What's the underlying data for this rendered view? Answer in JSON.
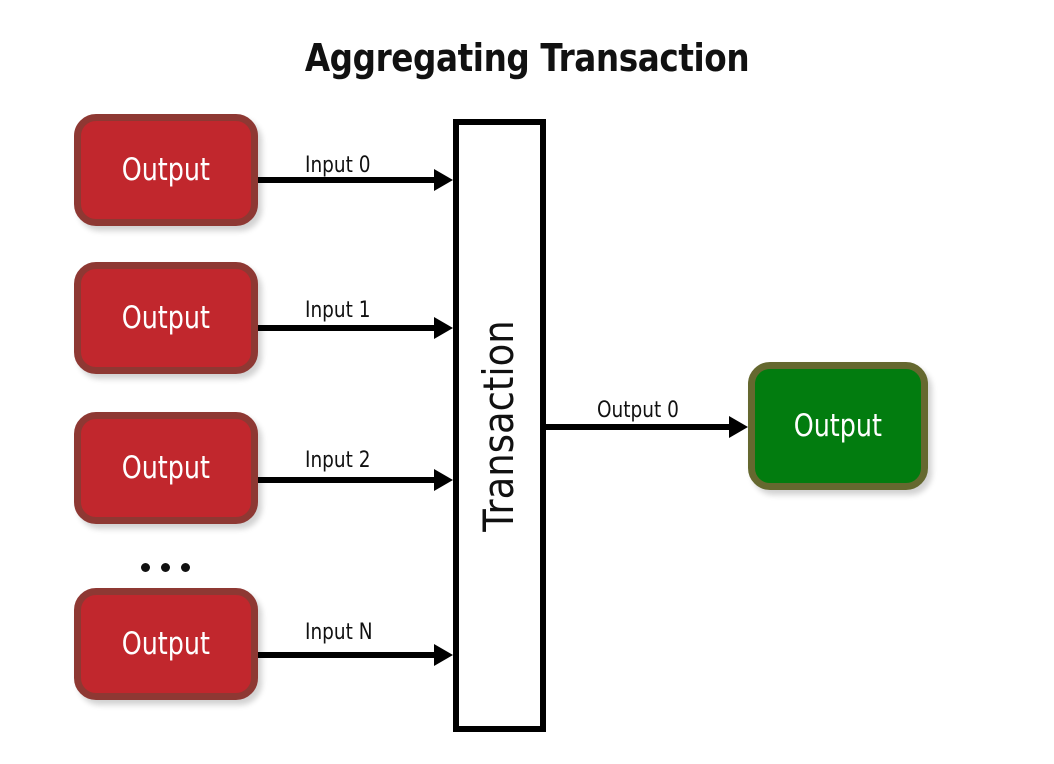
{
  "diagram": {
    "title": "Aggregating Transaction",
    "background_color": "#FFFFFF"
  },
  "colors": {
    "input_fill": "#C1272D",
    "input_border": "#8E3833",
    "output_fill": "#027C0F",
    "output_border": "#65682F",
    "stroke": "#000000",
    "text_on_node": "#FFFFFF",
    "text": "#111111"
  },
  "transaction": {
    "label": "Transaction",
    "orientation": "vertical-bottom-to-top"
  },
  "inputs": [
    {
      "node_label": "Output",
      "edge_label": "Input 0"
    },
    {
      "node_label": "Output",
      "edge_label": "Input 1"
    },
    {
      "node_label": "Output",
      "edge_label": "Input 2"
    },
    {
      "node_label": "Output",
      "edge_label": "Input N"
    }
  ],
  "continuation": {
    "marker": "ellipsis",
    "dots": 3
  },
  "outputs": [
    {
      "node_label": "Output",
      "edge_label": "Output 0"
    }
  ]
}
